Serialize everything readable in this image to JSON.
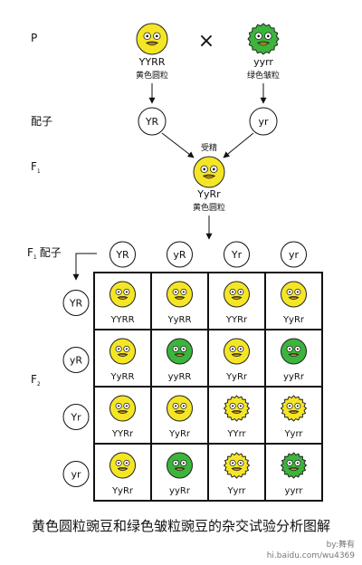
{
  "generation_labels": {
    "p": "P",
    "gametes_main": "配子",
    "f1": "F",
    "f1_sub": "1",
    "f1_gametes": "F",
    "f1_gametes_sub": "1",
    "f1_gametes_suffix": "配子",
    "f2": "F",
    "f2_sub": "2"
  },
  "cross_symbol": "×",
  "parents": [
    {
      "genotype": "YYRR",
      "phenotype": "黄色圆粒",
      "color": "yellow",
      "shape": "round"
    },
    {
      "genotype": "yyrr",
      "phenotype": "绿色皱粒",
      "color": "green",
      "shape": "wrinkled"
    }
  ],
  "parent_gametes": [
    "YR",
    "yr"
  ],
  "fertilization_label": "受精",
  "f1": {
    "genotype": "YyRr",
    "phenotype": "黄色圆粒",
    "color": "yellow",
    "shape": "round"
  },
  "punnett": {
    "col_gametes": [
      "YR",
      "yR",
      "Yr",
      "yr"
    ],
    "row_gametes": [
      "YR",
      "yR",
      "Yr",
      "yr"
    ],
    "cells": [
      [
        {
          "g": "YYRR",
          "c": "yellow",
          "s": "round"
        },
        {
          "g": "YyRR",
          "c": "yellow",
          "s": "round"
        },
        {
          "g": "YYRr",
          "c": "yellow",
          "s": "round"
        },
        {
          "g": "YyRr",
          "c": "yellow",
          "s": "round"
        }
      ],
      [
        {
          "g": "YyRR",
          "c": "yellow",
          "s": "round"
        },
        {
          "g": "yyRR",
          "c": "green",
          "s": "round"
        },
        {
          "g": "YyRr",
          "c": "yellow",
          "s": "round"
        },
        {
          "g": "yyRr",
          "c": "green",
          "s": "round"
        }
      ],
      [
        {
          "g": "YYRr",
          "c": "yellow",
          "s": "round"
        },
        {
          "g": "YyRr",
          "c": "yellow",
          "s": "round"
        },
        {
          "g": "YYrr",
          "c": "yellow",
          "s": "wrinkled"
        },
        {
          "g": "Yyrr",
          "c": "yellow",
          "s": "wrinkled"
        }
      ],
      [
        {
          "g": "YyRr",
          "c": "yellow",
          "s": "round"
        },
        {
          "g": "yyRr",
          "c": "green",
          "s": "round"
        },
        {
          "g": "Yyrr",
          "c": "yellow",
          "s": "wrinkled"
        },
        {
          "g": "yyrr",
          "c": "green",
          "s": "wrinkled"
        }
      ]
    ]
  },
  "caption": "黄色圆粒豌豆和绿色皱粒豌豆的杂交试验分析图解",
  "watermark": {
    "site": "hi.baidu.com/wu4369",
    "by": "by:舞有"
  },
  "colors": {
    "yellow": "#f5e625",
    "green": "#3bb53b",
    "beak": "#d9a21b",
    "line": "#111111"
  }
}
